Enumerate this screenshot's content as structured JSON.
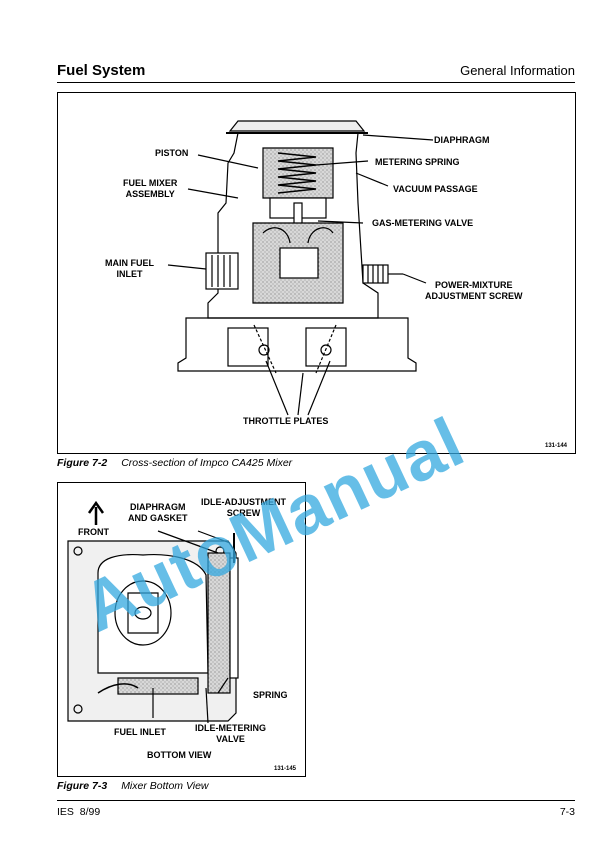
{
  "header": {
    "section_title": "Fuel System",
    "category": "General Information"
  },
  "figure_1": {
    "labels": {
      "diaphragm": "DIAPHRAGM",
      "piston": "PISTON",
      "metering_spring": "METERING SPRING",
      "fuel_mixer_assembly": "FUEL MIXER\nASSEMBLY",
      "vacuum_passage": "VACUUM PASSAGE",
      "gas_metering_valve": "GAS-METERING VALVE",
      "main_fuel_inlet": "MAIN FUEL\nINLET",
      "power_mixture": "POWER-MIXTURE\nADJUSTMENT SCREW",
      "throttle_plates": "THROTTLE PLATES"
    },
    "code": "131-144",
    "caption_number": "Figure 7-2",
    "caption_text": "Cross-section of Impco CA425 Mixer"
  },
  "figure_2": {
    "labels": {
      "front": "FRONT",
      "diaphragm_gasket": "DIAPHRAGM\nAND GASKET",
      "idle_adjustment": "IDLE-ADJUSTMENT\nSCREW",
      "spring": "SPRING",
      "fuel_inlet": "FUEL INLET",
      "idle_metering": "IDLE-METERING\nVALVE",
      "bottom_view": "BOTTOM VIEW"
    },
    "code": "131-145",
    "caption_number": "Figure 7-3",
    "caption_text": "Mixer Bottom View"
  },
  "watermark": "AutoManual",
  "footer": {
    "left": "IES  8/99",
    "right": "7-3"
  }
}
